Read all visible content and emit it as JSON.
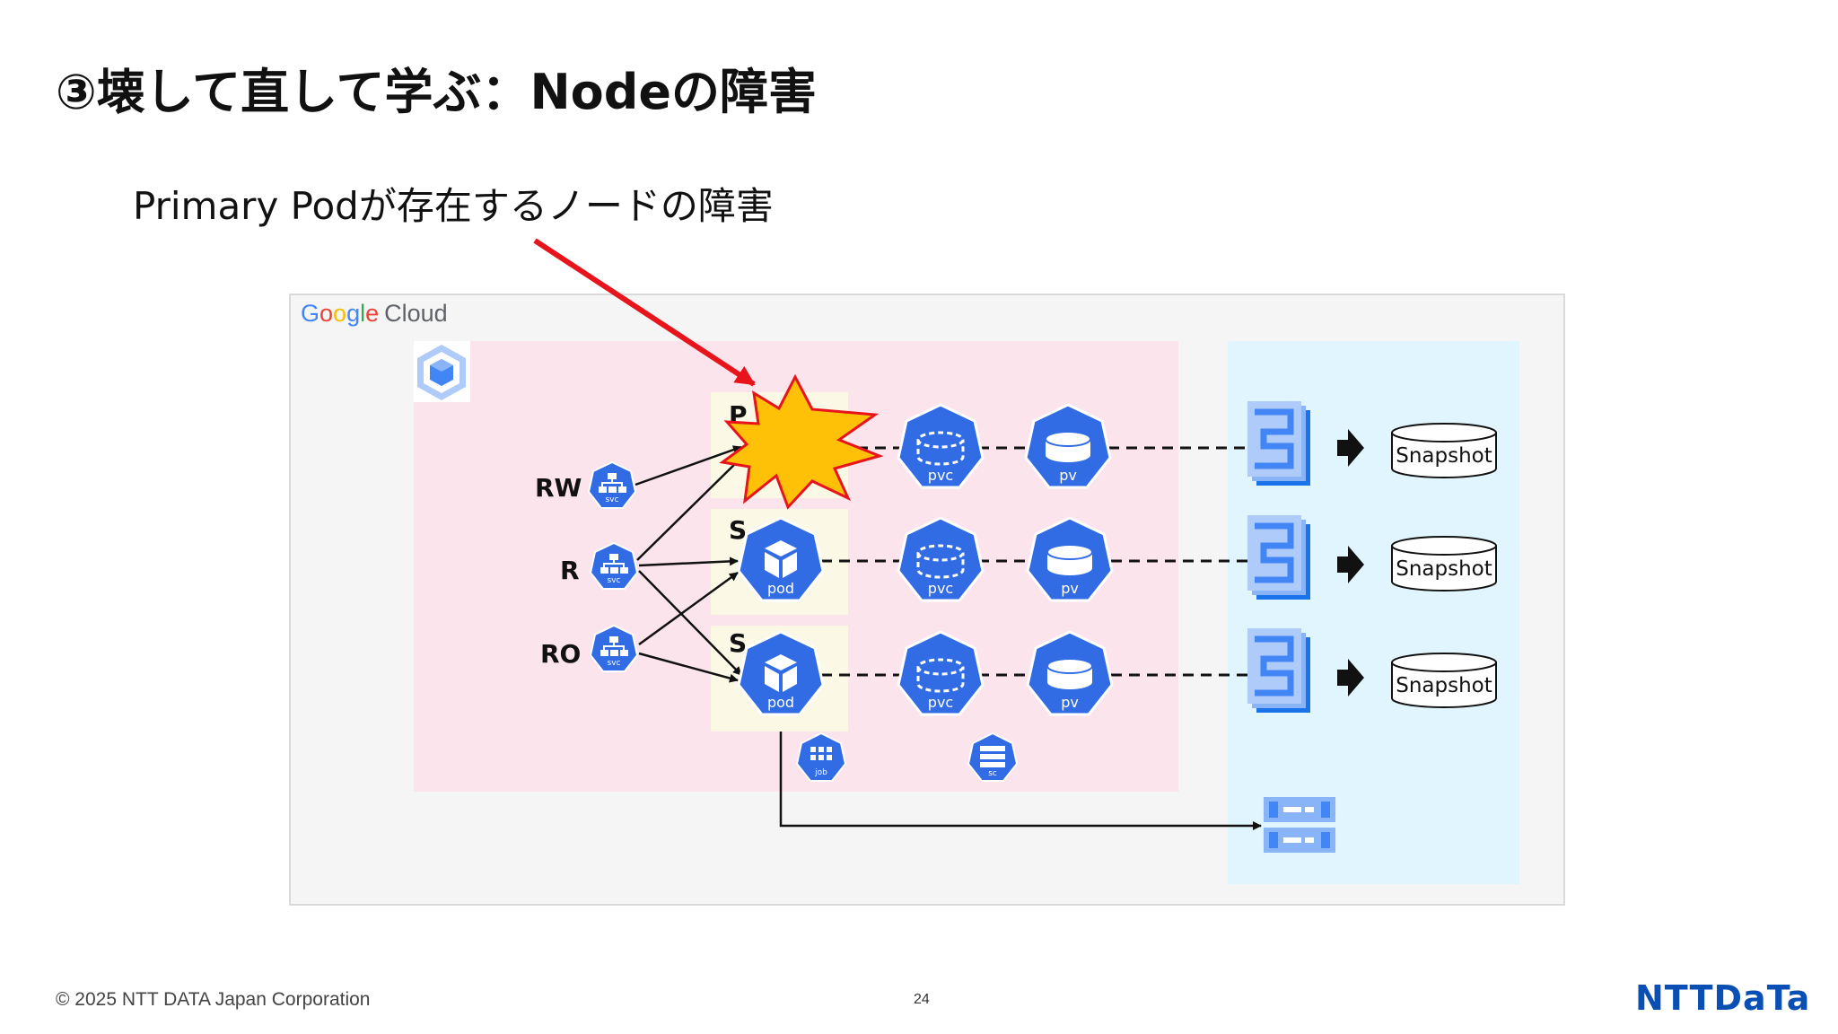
{
  "slide": {
    "title": "③壊して直して学ぶ：Nodeの障害",
    "subtitle": "Primary Podが存在するノードの障害",
    "copyright": "© 2025 NTT DATA Japan Corporation",
    "page_number": "24",
    "brand": "NTTDaTa"
  },
  "diagram": {
    "cloud_logo": {
      "google_letters": [
        "G",
        "o",
        "o",
        "g",
        "l",
        "e"
      ],
      "google_colors": [
        "#4285F4",
        "#EA4335",
        "#FBBC05",
        "#4285F4",
        "#34A853",
        "#EA4335"
      ],
      "cloud": "Cloud"
    },
    "services": [
      "RW",
      "R",
      "RO"
    ],
    "service_icon_label": "svc",
    "pod_roles": [
      "P",
      "S",
      "S"
    ],
    "pod_label": "pod",
    "pvc_label": "pvc",
    "pv_label": "pv",
    "snapshots": [
      "Snapshot",
      "Snapshot",
      "Snapshot"
    ],
    "job_label": "job",
    "sc_label": "sc",
    "colors": {
      "k8s_blue": "#326CE5",
      "cluster_bg": "#FCE4EC",
      "storage_bg": "#E1F5FE",
      "frame_bg": "#F5F5F5",
      "node_bg": "#FBF8E6",
      "alert_red": "#E8141B",
      "explosion": "#FFC107"
    }
  }
}
